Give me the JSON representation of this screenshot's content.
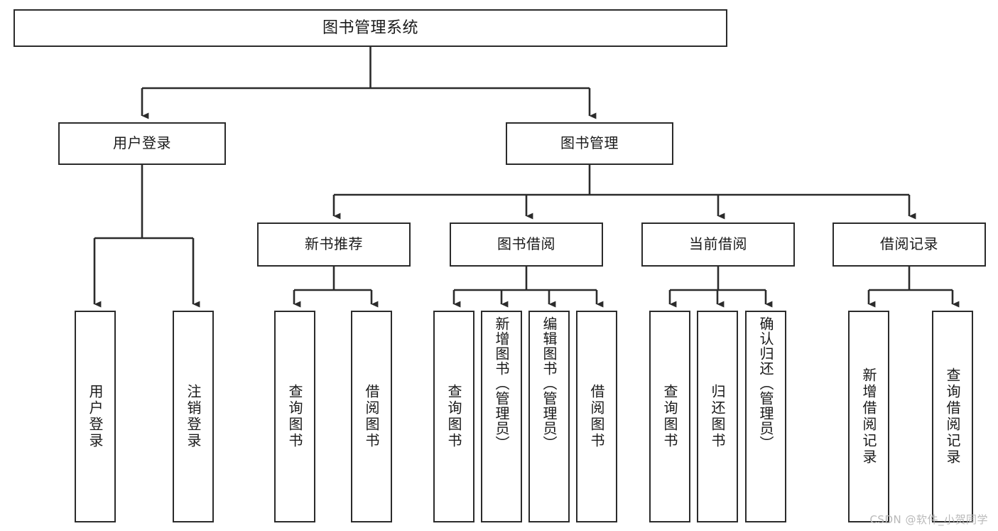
{
  "diagram": {
    "title": "图书管理系统",
    "watermark": "CSDN @软件_小贺同学",
    "line_color": "#2b2b2b",
    "box_border_color": "#2b2b2b",
    "box_fill_color": "#ffffff",
    "background_color": "#ffffff",
    "text_color": "#1a1a1a"
  },
  "nodes": {
    "root": "图书管理系统",
    "level2": [
      {
        "label": "用户登录"
      },
      {
        "label": "图书管理"
      }
    ],
    "level3": [
      {
        "label": "新书推荐"
      },
      {
        "label": "图书借阅"
      },
      {
        "label": "当前借阅"
      },
      {
        "label": "借阅记录"
      }
    ],
    "leaves": {
      "user_login": [
        {
          "label": "用户登录"
        },
        {
          "label": "注销登录"
        }
      ],
      "new_book": [
        {
          "label": "查询图书"
        },
        {
          "label": "借阅图书"
        }
      ],
      "book_borrow": [
        {
          "label": "查询图书"
        },
        {
          "label": "新增图书（管理员）"
        },
        {
          "label": "编辑图书（管理员）"
        },
        {
          "label": "借阅图书"
        }
      ],
      "current_borrow": [
        {
          "label": "查询图书"
        },
        {
          "label": "归还图书"
        },
        {
          "label": "确认归还（管理员）"
        }
      ],
      "borrow_record": [
        {
          "label": "新增借阅记录"
        },
        {
          "label": "查询借阅记录"
        }
      ]
    }
  }
}
